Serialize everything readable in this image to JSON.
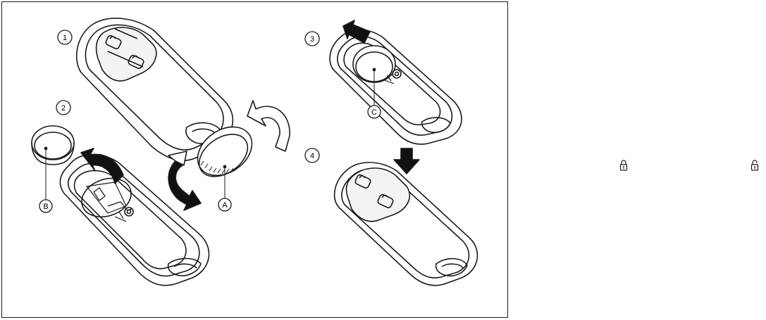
{
  "figure": {
    "steps": [
      {
        "label": "1"
      },
      {
        "label": "2"
      },
      {
        "label": "3"
      },
      {
        "label": "4"
      }
    ],
    "callouts": [
      {
        "label": "A"
      },
      {
        "label": "B"
      },
      {
        "label": "C"
      }
    ]
  },
  "icons": {
    "lock": "lock-icon",
    "unlock": "unlock-icon"
  },
  "colors": {
    "line": "#1a1a1a",
    "arrow_fill": "#111111",
    "button_fill": "#f3f3f3"
  }
}
